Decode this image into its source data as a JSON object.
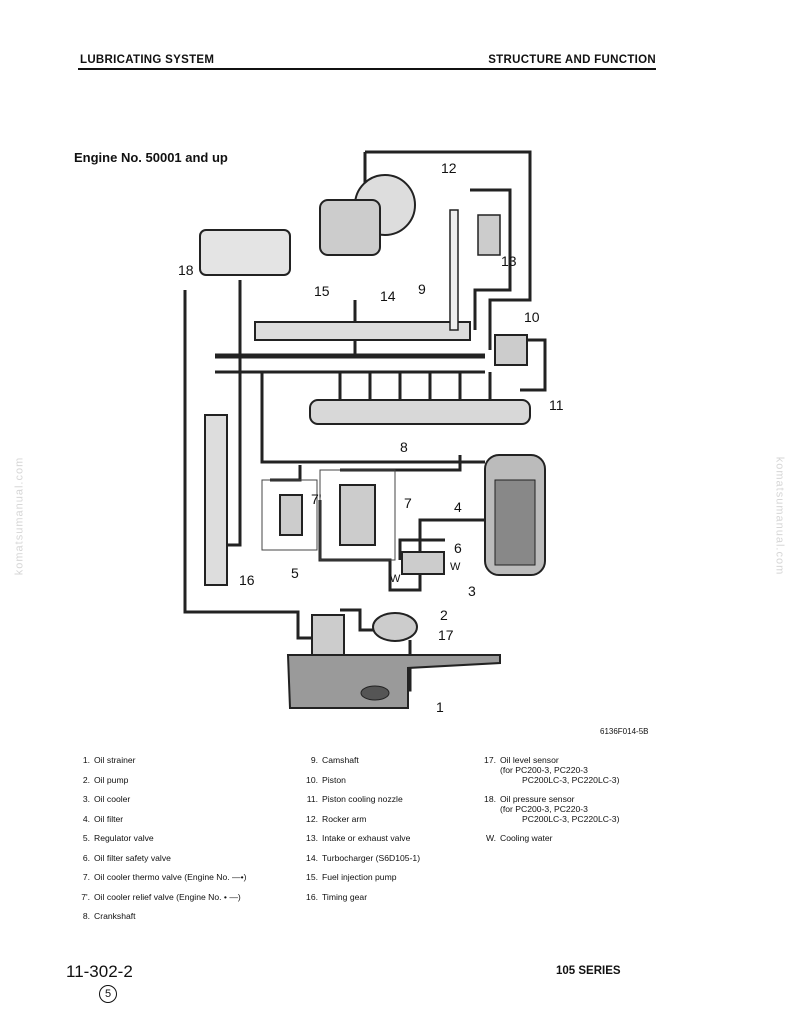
{
  "header": {
    "left": "LUBRICATING SYSTEM",
    "right": "STRUCTURE AND FUNCTION"
  },
  "subtitle": "Engine No. 50001 and up",
  "figure_code": "6136F014-5B",
  "watermark": "komatsumanual.com",
  "callouts": [
    "1",
    "2",
    "3",
    "4",
    "5",
    "6",
    "7",
    "7'",
    "8",
    "9",
    "10",
    "11",
    "12",
    "13",
    "14",
    "15",
    "16",
    "17",
    "18",
    "W",
    "W"
  ],
  "legend": {
    "col1": [
      {
        "num": "1.",
        "text": "Oil strainer"
      },
      {
        "num": "2.",
        "text": "Oil pump"
      },
      {
        "num": "3.",
        "text": "Oil cooler"
      },
      {
        "num": "4.",
        "text": "Oil filter"
      },
      {
        "num": "5.",
        "text": "Regulator valve"
      },
      {
        "num": "6.",
        "text": "Oil filter safety valve"
      },
      {
        "num": "7.",
        "text": "Oil cooler thermo valve (Engine No. —•)"
      },
      {
        "num": "7'.",
        "text": "Oil cooler relief valve (Engine No. • —)"
      },
      {
        "num": "8.",
        "text": "Crankshaft"
      }
    ],
    "col2": [
      {
        "num": "9.",
        "text": "Camshaft"
      },
      {
        "num": "10.",
        "text": "Piston"
      },
      {
        "num": "11.",
        "text": "Piston cooling nozzle"
      },
      {
        "num": "12.",
        "text": "Rocker arm"
      },
      {
        "num": "13.",
        "text": "Intake or exhaust valve"
      },
      {
        "num": "14.",
        "text": "Turbocharger (S6D105-1)"
      },
      {
        "num": "15.",
        "text": "Fuel injection pump"
      },
      {
        "num": "16.",
        "text": "Timing gear"
      }
    ],
    "col3": [
      {
        "num": "17.",
        "line1": "Oil level sensor",
        "line2": "(for  PC200-3, PC220-3",
        "line3": "PC200LC-3, PC220LC-3)"
      },
      {
        "num": "18.",
        "line1": "Oil pressure sensor",
        "line2": "(for  PC200-3, PC220-3",
        "line3": "PC200LC-3, PC220LC-3)"
      },
      {
        "num": "W.",
        "line1": "Cooling water",
        "line2": "",
        "line3": ""
      }
    ]
  },
  "footer": {
    "page": "11-302-2",
    "revision": "5",
    "series": "105 SERIES"
  }
}
